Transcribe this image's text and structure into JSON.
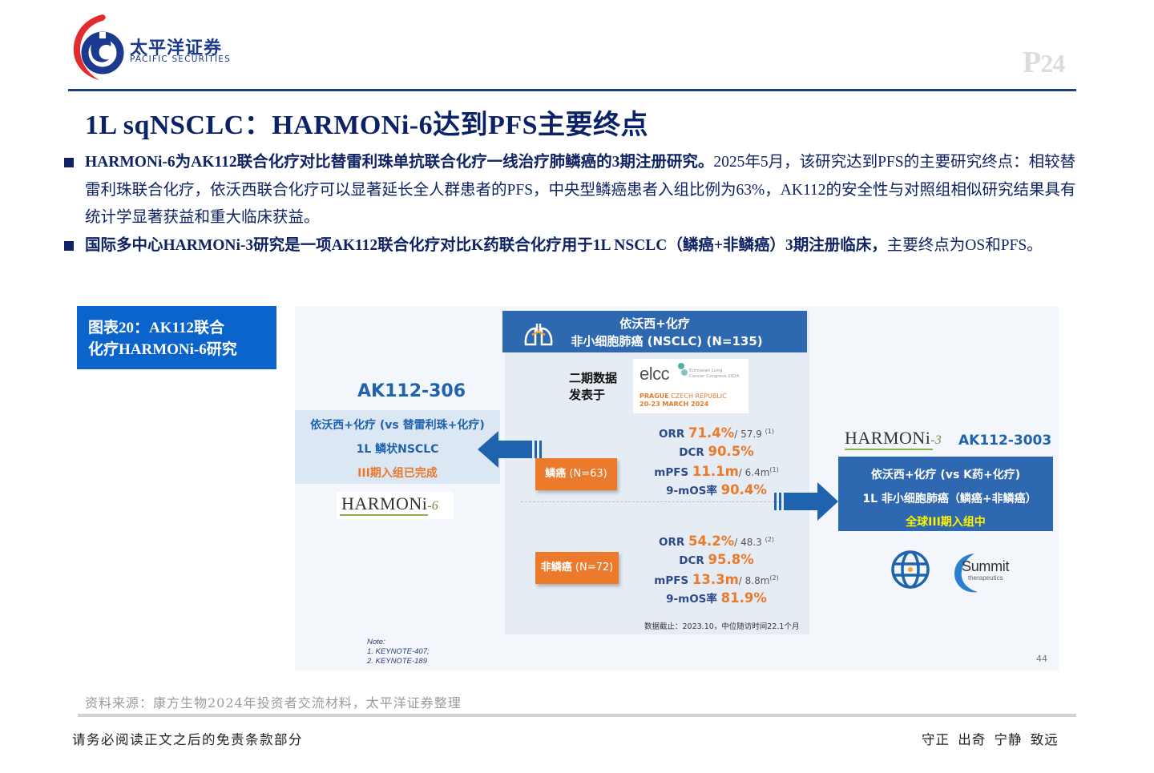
{
  "header": {
    "logo": {
      "cn": "太平洋证券",
      "en": "PACIFIC SECURITIES"
    },
    "page_number": {
      "prefix": "P",
      "number": "24"
    },
    "colors": {
      "brand_blue": "#1e3f7a",
      "logo_red": "#e32a2f"
    }
  },
  "title": "1L sqNSCLC：HARMONi-6达到PFS主要终点",
  "bullets": [
    {
      "bold": "HARMONi-6为AK112联合化疗对比替雷利珠单抗联合化疗一线治疗肺鳞癌的3期注册研究。",
      "normal": "2025年5月，该研究达到PFS的主要研究终点：相较替雷利珠联合化疗，依沃西联合化疗可以显著延长全人群患者的PFS，中央型鳞癌患者入组比例为63%，AK112的安全性与对照组相似研究结果具有统计学显著获益和重大临床获益。"
    },
    {
      "bold": "国际多中心HARMONi-3研究是一项AK112联合化疗对比K药联合化疗用于1L NSCLC（鳞癌+非鳞癌）3期注册临床，",
      "normal": "主要终点为OS和PFS。"
    }
  ],
  "figure": {
    "label": "图表20：AK112联合化疗HARMONi-6研究",
    "label_line1": "图表20：AK112联合",
    "label_line2": "化疗HARMONi-6研究",
    "label_bg": "#0a64cc"
  },
  "slide": {
    "center_header": {
      "line1": "依沃西+化疗",
      "line2": "非小细胞肺癌 (NSCLC) (N=135)",
      "icon": "lungs-icon"
    },
    "phase2": {
      "line1": "二期数据",
      "line2": "发表于"
    },
    "elcc": {
      "word": "elcc",
      "sub1": "European Lung",
      "sub2": "Cancer Congress 2024",
      "place_bold": "PRAGUE",
      "place_rest": " CZECH REPUBLIC",
      "dates": "20-23 MARCH 2024"
    },
    "left": {
      "title": "AK112-306",
      "row1": "依沃西+化疗 (vs 替雷利珠+化疗)",
      "row2": "1L 鳞状NSCLC",
      "row3": "III期入组已完成",
      "harmoni_main": "HARMONi",
      "harmoni_sub": "-6"
    },
    "squamous": {
      "tag_cn": "鳞癌",
      "tag_n": " (N=63)",
      "orr_label": "ORR ",
      "orr_value": "71.4%",
      "orr_comp": "/ 57.9",
      "orr_ref": "(1)",
      "dcr_label": "DCR ",
      "dcr_value": "90.5%",
      "mpfs_label": "mPFS ",
      "mpfs_value": "11.1m",
      "mpfs_comp": "/ 6.4m",
      "mpfs_ref": "(1)",
      "mos_label": "9-mOS率 ",
      "mos_value": "90.4%"
    },
    "non_squamous": {
      "tag_cn": "非鳞癌",
      "tag_n": " (N=72)",
      "orr_label": "ORR ",
      "orr_value": "54.2%",
      "orr_comp": "/ 48.3",
      "orr_ref": "(2)",
      "dcr_label": "DCR ",
      "dcr_value": "95.8%",
      "mpfs_label": "mPFS ",
      "mpfs_value": "13.3m",
      "mpfs_comp": "/ 8.8m",
      "mpfs_ref": "(2)",
      "mos_label": "9-mOS率 ",
      "mos_value": "81.9%"
    },
    "cutoff": "数据截止：2023.10，中位随访时间22.1个月",
    "right": {
      "harmoni_main": "HARMONi",
      "harmoni_sub": "-3",
      "title": "AK112-3003",
      "row1": "依沃西+化疗 (vs K药+化疗)",
      "row2": "1L 非小细胞肺癌（鳞癌+非鳞癌）",
      "row3": "全球III期入组中"
    },
    "summit": {
      "name": "Summit",
      "sub": "therapeutics"
    },
    "note": {
      "title": "Note:",
      "item1": "1. KEYNOTE-407;",
      "item2": "2. KEYNOTE-189"
    },
    "slide_number": "44",
    "colors": {
      "orange": "#ec7a2c",
      "blue": "#2d68b0",
      "dark_blue": "#1f62ad",
      "yellow": "#fff200"
    }
  },
  "footer": {
    "source": "资料来源：康方生物2024年投资者交流材料，太平洋证券整理",
    "disclaimer": "请务必阅读正文之后的免责条款部分",
    "motto": "守正 出奇 宁静 致远"
  }
}
